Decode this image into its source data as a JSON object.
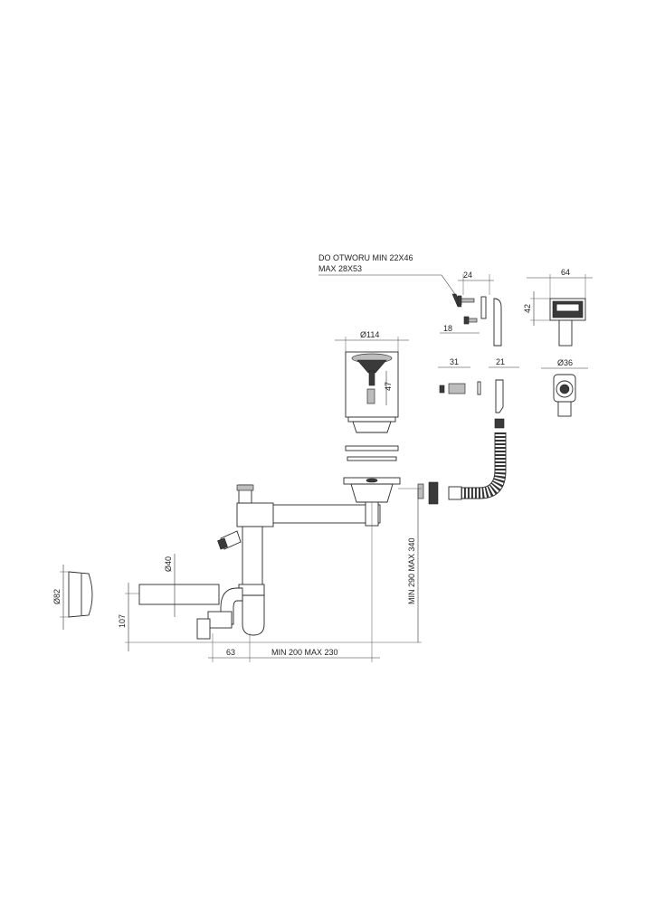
{
  "labels": {
    "hole_note_line1": "DO OTWORU MIN 22X46",
    "hole_note_line2": "MAX 28X53",
    "overflow_width": "24",
    "overflow_box_width": "64",
    "overflow_box_height": "42",
    "screw_length": "18",
    "strainer_diameter": "Ø114",
    "strainer_stem": "47",
    "nut_width": "31",
    "plug_width": "21",
    "connector_diameter": "Ø36",
    "pipe_diameter": "Ø40",
    "cap_diameter": "Ø82",
    "outlet_height": "107",
    "trap_offset": "63",
    "horizontal_range": "MIN 200 MAX 230",
    "vertical_range": "MIN 290 MAX 340"
  },
  "colors": {
    "line": "#2a2a2a",
    "dark_part": "#3a3a3a",
    "grey_part": "#bdbdbd",
    "background": "#ffffff"
  }
}
